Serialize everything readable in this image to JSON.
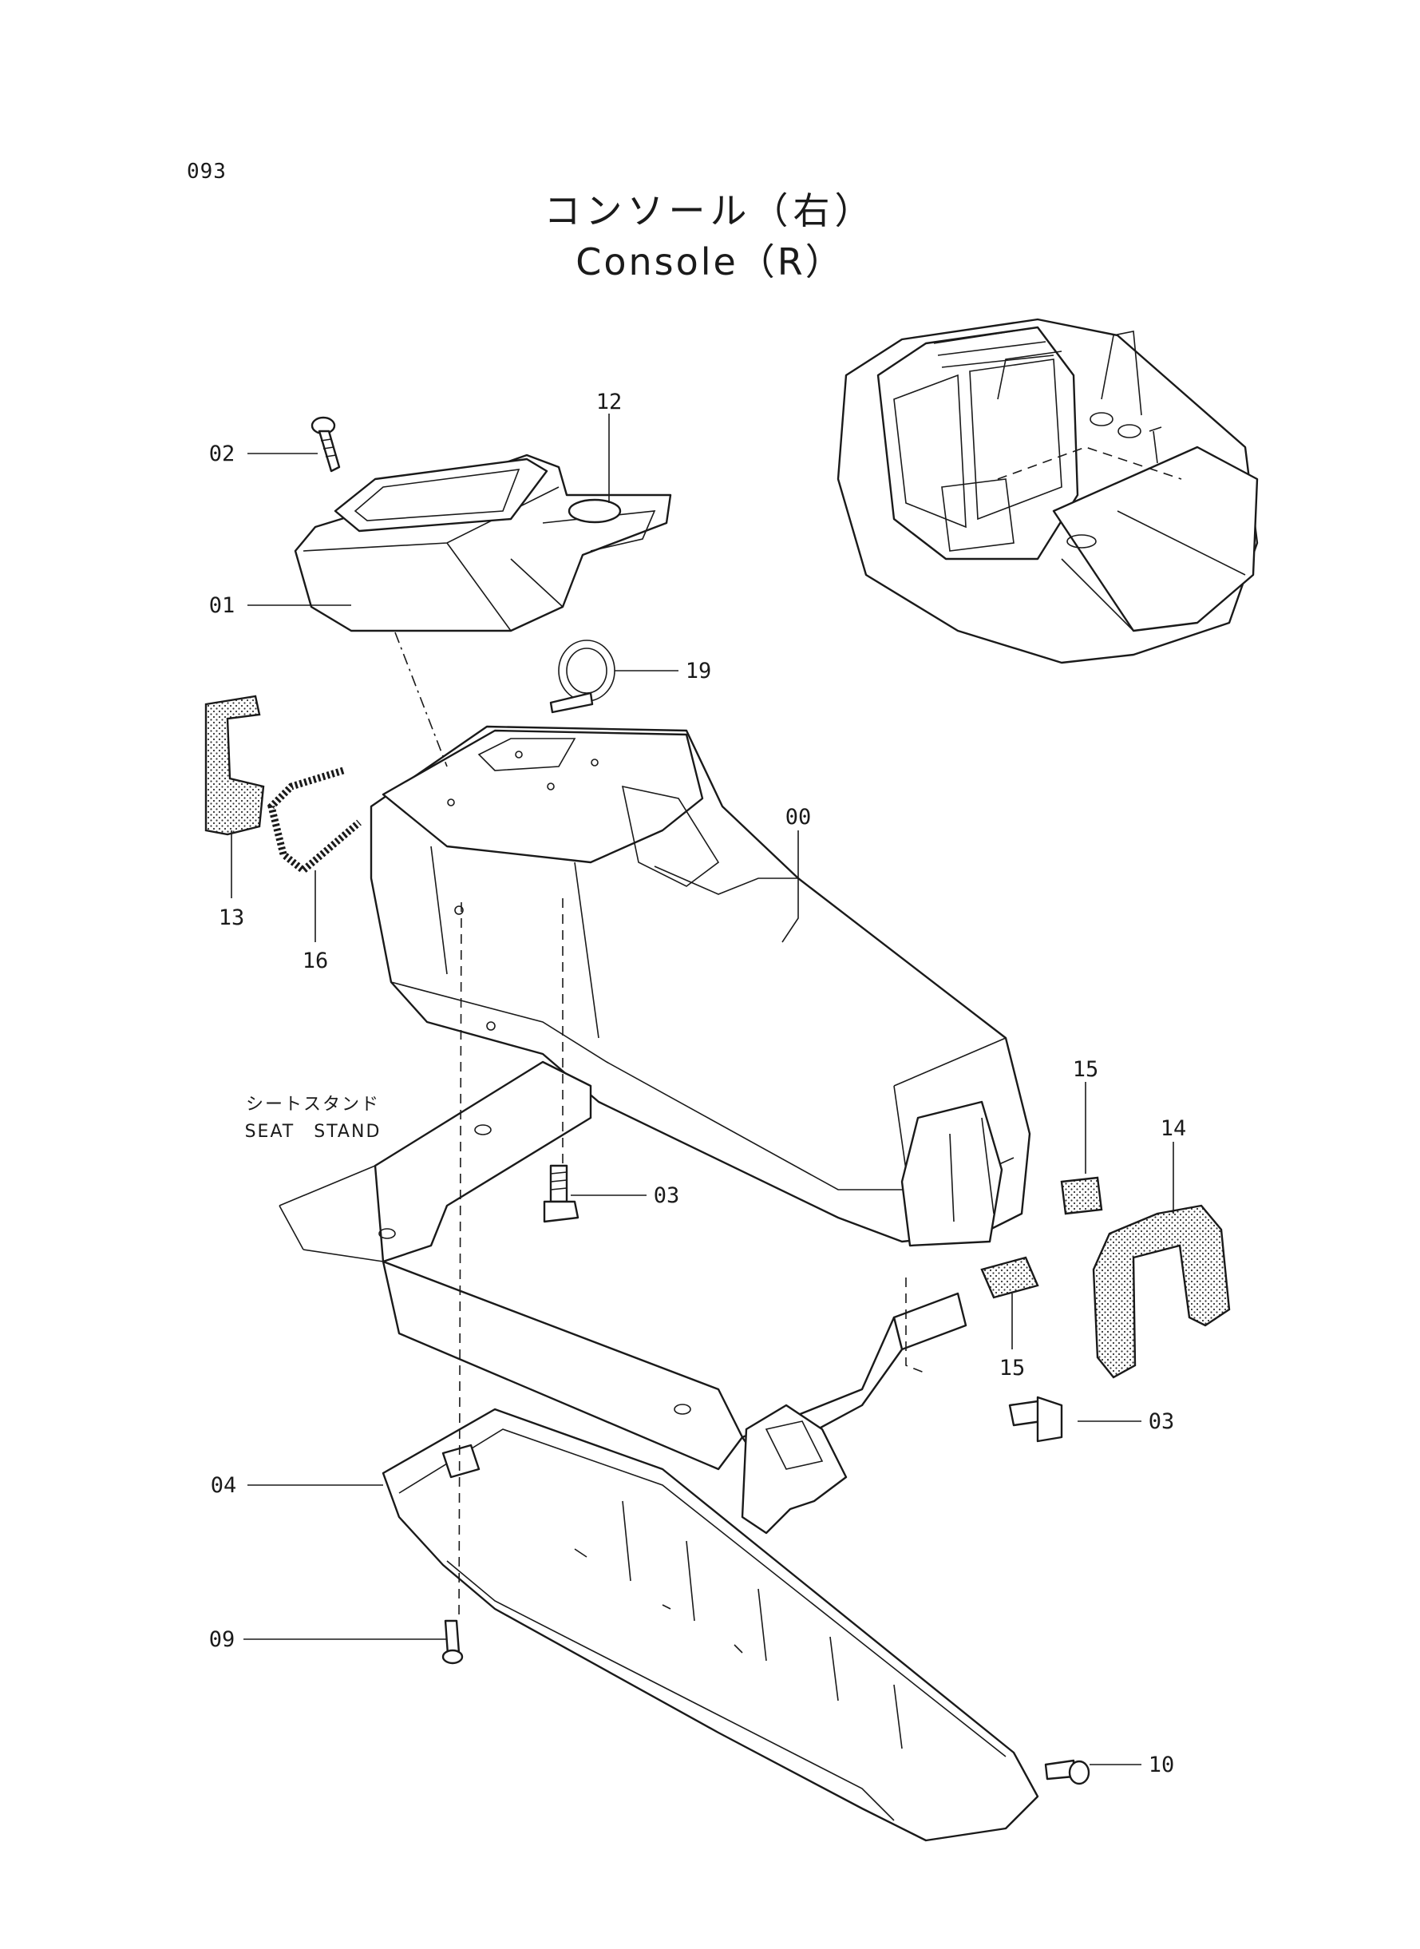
{
  "page_number": "093",
  "title_jp": "コンソール（右）",
  "title_en": "Console（R）",
  "seat_stand_jp": "シートスタンド",
  "seat_stand_en": "SEAT　STAND",
  "callouts": {
    "c00": "00",
    "c01": "01",
    "c02": "02",
    "c03a": "03",
    "c03b": "03",
    "c04": "04",
    "c09": "09",
    "c10": "10",
    "c12": "12",
    "c13": "13",
    "c14": "14",
    "c15a": "15",
    "c15b": "15",
    "c16": "16",
    "c19": "19"
  }
}
